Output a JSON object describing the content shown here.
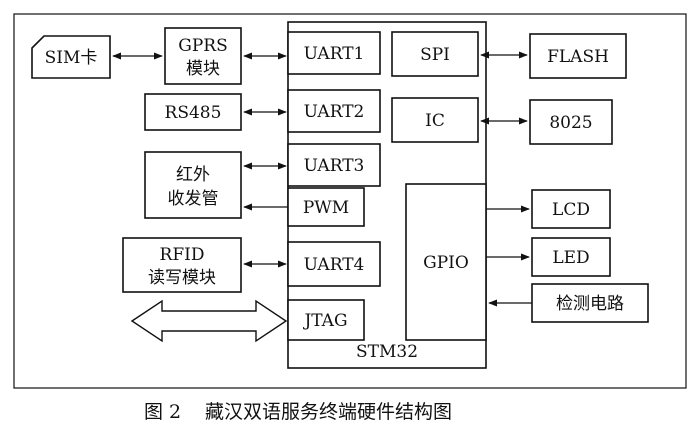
{
  "diagram": {
    "mcu": {
      "label": "STM32"
    },
    "gpio": {
      "label": "GPIO"
    },
    "modules": {
      "sim": "SIM卡",
      "gprs_line1": "GPRS",
      "gprs_line2": "模块",
      "rs485": "RS485",
      "ir_line1": "红外",
      "ir_line2": "收发管",
      "rfid_line1": "RFID",
      "rfid_line2": "读写模块",
      "flash": "FLASH",
      "chip_8025": "8025",
      "lcd": "LCD",
      "led": "LED",
      "detect": "检测电路"
    },
    "ports": {
      "uart1": "UART1",
      "uart2": "UART2",
      "uart3": "UART3",
      "pwm": "PWM",
      "uart4": "UART4",
      "jtag": "JTAG",
      "spi": "SPI",
      "ic": "IC"
    }
  },
  "caption": {
    "number": "图 2",
    "text": "藏汉双语服务终端硬件结构图"
  }
}
